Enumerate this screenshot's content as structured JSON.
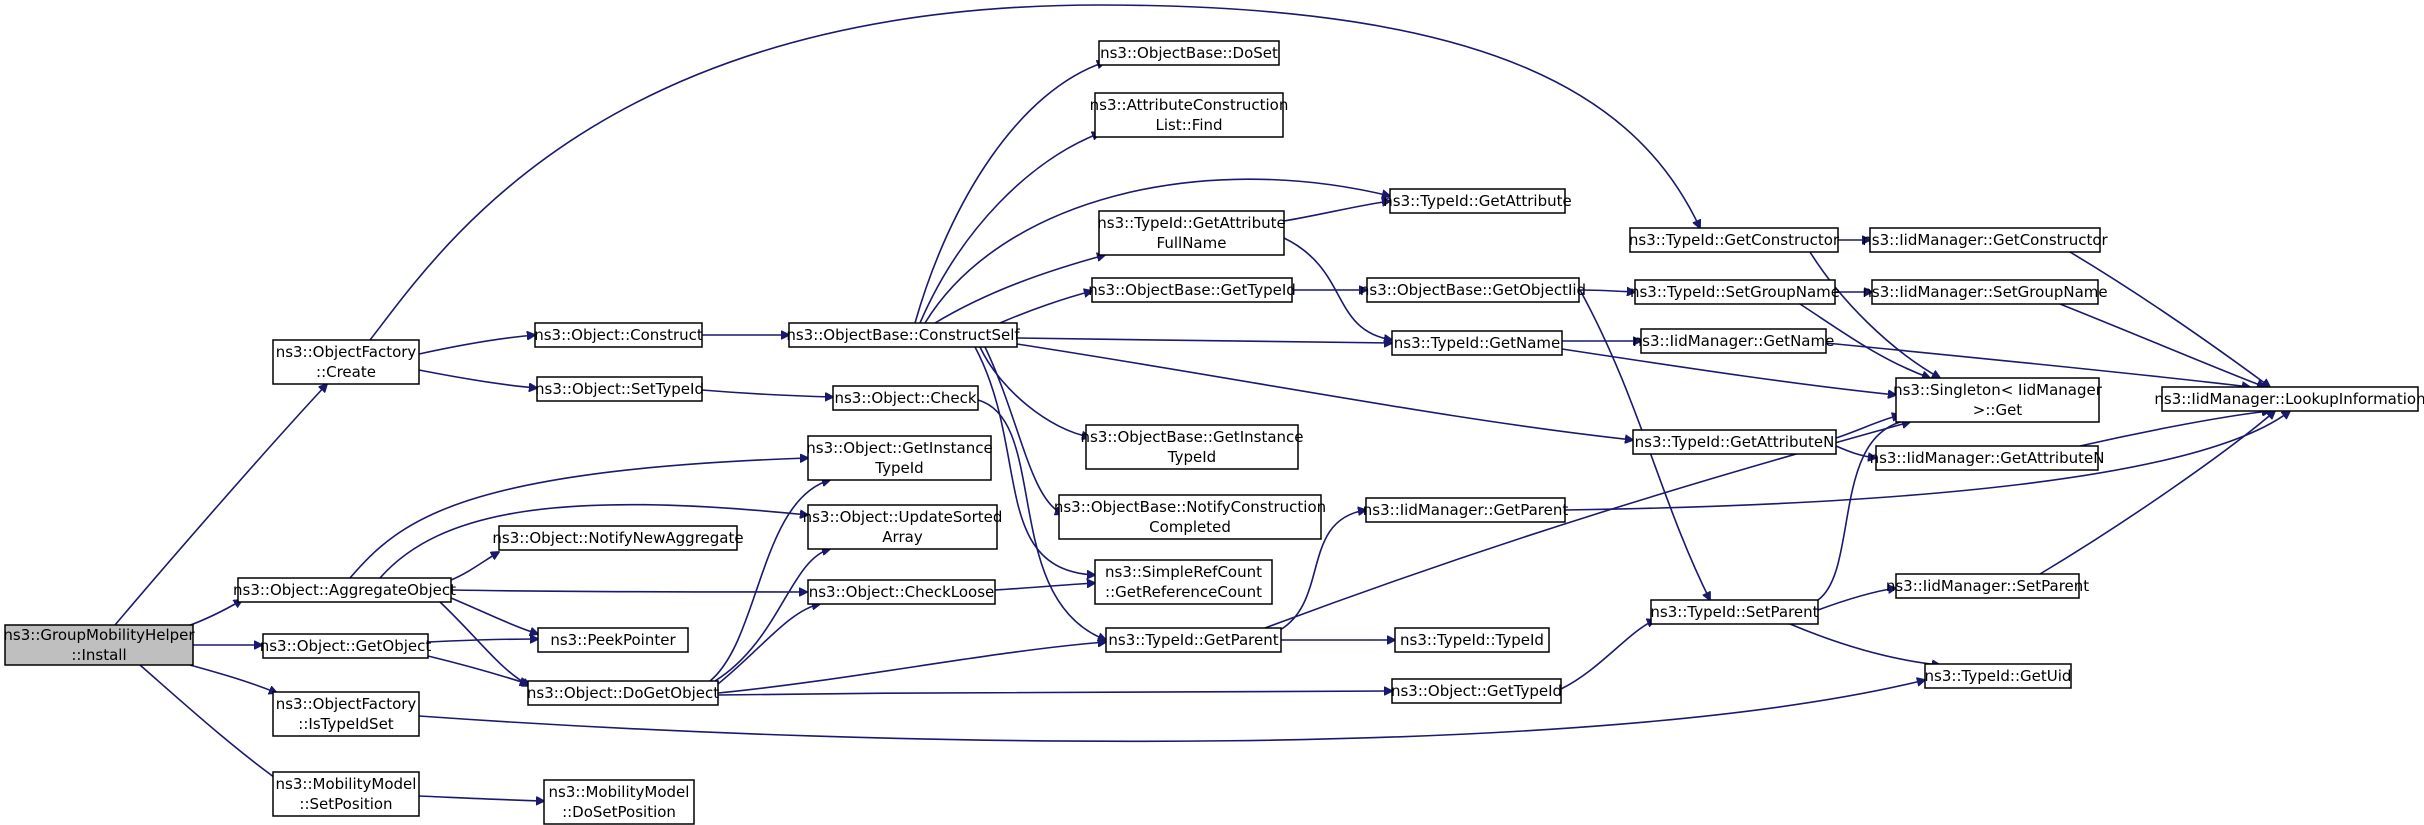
{
  "graph": {
    "edge_color": "#191970",
    "root_fill": "#bfbfbf",
    "nodes": [
      {
        "id": "root",
        "lines": [
          "ns3::GroupMobilityHelper",
          "::Install"
        ],
        "root": true
      },
      {
        "id": "of_create",
        "lines": [
          "ns3::ObjectFactory",
          "::Create"
        ]
      },
      {
        "id": "agg",
        "lines": [
          "ns3::Object::AggregateObject"
        ]
      },
      {
        "id": "getobj",
        "lines": [
          "ns3::Object::GetObject"
        ]
      },
      {
        "id": "istypeidset",
        "lines": [
          "ns3::ObjectFactory",
          "::IsTypeIdSet"
        ]
      },
      {
        "id": "mm_setpos",
        "lines": [
          "ns3::MobilityModel",
          "::SetPosition"
        ]
      },
      {
        "id": "construct",
        "lines": [
          "ns3::Object::Construct"
        ]
      },
      {
        "id": "settypeid",
        "lines": [
          "ns3::Object::SetTypeId"
        ]
      },
      {
        "id": "notifynewagg",
        "lines": [
          "ns3::Object::NotifyNewAggregate"
        ]
      },
      {
        "id": "peek",
        "lines": [
          "ns3::PeekPointer"
        ]
      },
      {
        "id": "dogetobj",
        "lines": [
          "ns3::Object::DoGetObject"
        ]
      },
      {
        "id": "mm_dosetpos",
        "lines": [
          "ns3::MobilityModel",
          "::DoSetPosition"
        ]
      },
      {
        "id": "constructself",
        "lines": [
          "ns3::ObjectBase::ConstructSelf"
        ]
      },
      {
        "id": "check",
        "lines": [
          "ns3::Object::Check"
        ]
      },
      {
        "id": "getinsttid",
        "lines": [
          "ns3::Object::GetInstance",
          "TypeId"
        ]
      },
      {
        "id": "updatesorted",
        "lines": [
          "ns3::Object::UpdateSorted",
          "Array"
        ]
      },
      {
        "id": "checkloose",
        "lines": [
          "ns3::Object::CheckLoose"
        ]
      },
      {
        "id": "doset",
        "lines": [
          "ns3::ObjectBase::DoSet"
        ]
      },
      {
        "id": "acl_find",
        "lines": [
          "ns3::AttributeConstruction",
          "List::Find"
        ]
      },
      {
        "id": "tid_getattrfull",
        "lines": [
          "ns3::TypeId::GetAttribute",
          "FullName"
        ]
      },
      {
        "id": "ob_gettypeid",
        "lines": [
          "ns3::ObjectBase::GetTypeId"
        ]
      },
      {
        "id": "ob_getinsttid",
        "lines": [
          "ns3::ObjectBase::GetInstance",
          "TypeId"
        ]
      },
      {
        "id": "ob_notify",
        "lines": [
          "ns3::ObjectBase::NotifyConstruction",
          "Completed"
        ]
      },
      {
        "id": "src_getref",
        "lines": [
          "ns3::SimpleRefCount",
          "::GetReferenceCount"
        ]
      },
      {
        "id": "tid_getparent",
        "lines": [
          "ns3::TypeId::GetParent"
        ]
      },
      {
        "id": "tid_getattr",
        "lines": [
          "ns3::TypeId::GetAttribute"
        ]
      },
      {
        "id": "ob_getobjtid",
        "lines": [
          "ns3::ObjectBase::GetObjectIid"
        ]
      },
      {
        "id": "tid_getname",
        "lines": [
          "ns3::TypeId::GetName"
        ]
      },
      {
        "id": "iid_getparent",
        "lines": [
          "ns3::IidManager::GetParent"
        ]
      },
      {
        "id": "tid_typeid",
        "lines": [
          "ns3::TypeId::TypeId"
        ]
      },
      {
        "id": "obj_gettypeid",
        "lines": [
          "ns3::Object::GetTypeId"
        ]
      },
      {
        "id": "tid_getctor",
        "lines": [
          "ns3::TypeId::GetConstructor"
        ]
      },
      {
        "id": "tid_setgroup",
        "lines": [
          "ns3::TypeId::SetGroupName"
        ]
      },
      {
        "id": "iid_getname",
        "lines": [
          "ns3::IidManager::GetName"
        ]
      },
      {
        "id": "tid_getattrn",
        "lines": [
          "ns3::TypeId::GetAttributeN"
        ]
      },
      {
        "id": "tid_setparent",
        "lines": [
          "ns3::TypeId::SetParent"
        ]
      },
      {
        "id": "iid_getctor",
        "lines": [
          "ns3::IidManager::GetConstructor"
        ]
      },
      {
        "id": "iid_setgroup",
        "lines": [
          "ns3::IidManager::SetGroupName"
        ]
      },
      {
        "id": "singleton_get",
        "lines": [
          "ns3::Singleton< IidManager",
          ">::Get"
        ]
      },
      {
        "id": "iid_getattrn",
        "lines": [
          "ns3::IidManager::GetAttributeN"
        ]
      },
      {
        "id": "iid_setparent",
        "lines": [
          "ns3::IidManager::SetParent"
        ]
      },
      {
        "id": "tid_getuid",
        "lines": [
          "ns3::TypeId::GetUid"
        ]
      },
      {
        "id": "iid_lookup",
        "lines": [
          "ns3::IidManager::LookupInformation"
        ]
      }
    ]
  }
}
